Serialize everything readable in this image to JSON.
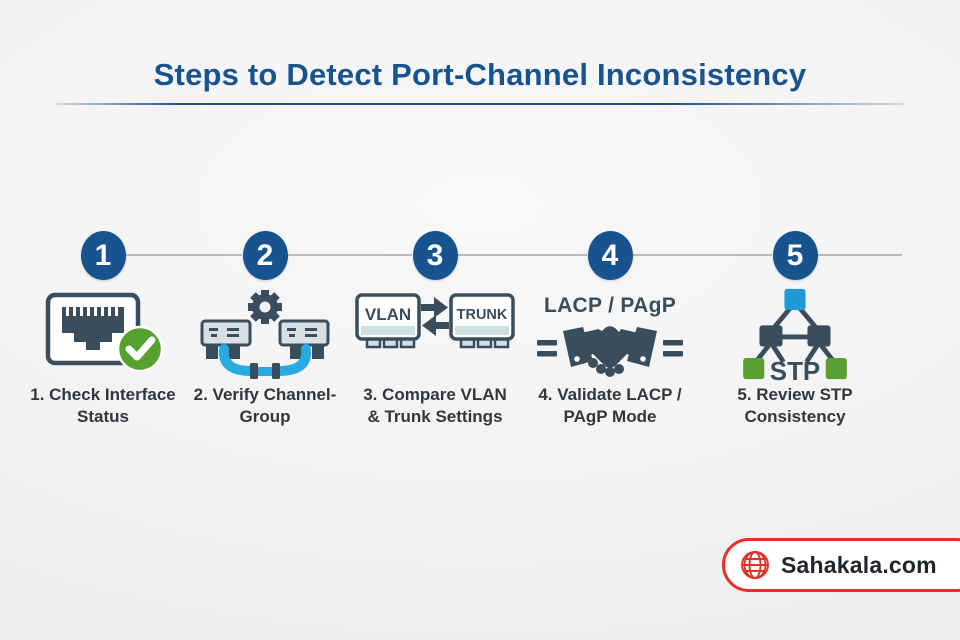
{
  "title": "Steps to Detect Port-Channel Inconsistency",
  "steps": [
    {
      "number": "1",
      "label": {
        "line1": "1. Check Interface",
        "line2": "Status"
      },
      "icon": "ethernet-port-check-icon"
    },
    {
      "number": "2",
      "label": {
        "line1": "2. Verify Channel-Group",
        "line2": ""
      },
      "icon": "switches-channel-group-icon"
    },
    {
      "number": "3",
      "label": {
        "line1": "3. Compare VLAN",
        "line2": "& Trunk Settings"
      },
      "icon": "vlan-trunk-compare-icon",
      "icon_text": {
        "left_box": "VLAN",
        "right_box": "TRUNK"
      }
    },
    {
      "number": "4",
      "label": {
        "line1": "4. Validate LACP /",
        "line2": "PAgP Mode"
      },
      "icon": "handshake-icon",
      "icon_text": {
        "caption": "LACP / PAgP"
      }
    },
    {
      "number": "5",
      "label": {
        "line1": "5. Review STP",
        "line2": "Consistency"
      },
      "icon": "stp-tree-icon",
      "icon_text": {
        "caption": "STP"
      }
    }
  ],
  "watermark": {
    "site": "Sahakala.com",
    "icon": "globe-icon"
  },
  "colors": {
    "background": "#f2f2f3",
    "title_blue": "#17538e",
    "circle_blue": "#17538e",
    "icon_slate": "#3a4d5c",
    "cable_cyan": "#29abe2",
    "check_green": "#55a02e",
    "node_green": "#5b9e31",
    "node_blue": "#1f9ad6",
    "watermark_red": "#e33127",
    "label_text": "#32373c",
    "connector_gray": "#b9bcbf"
  }
}
